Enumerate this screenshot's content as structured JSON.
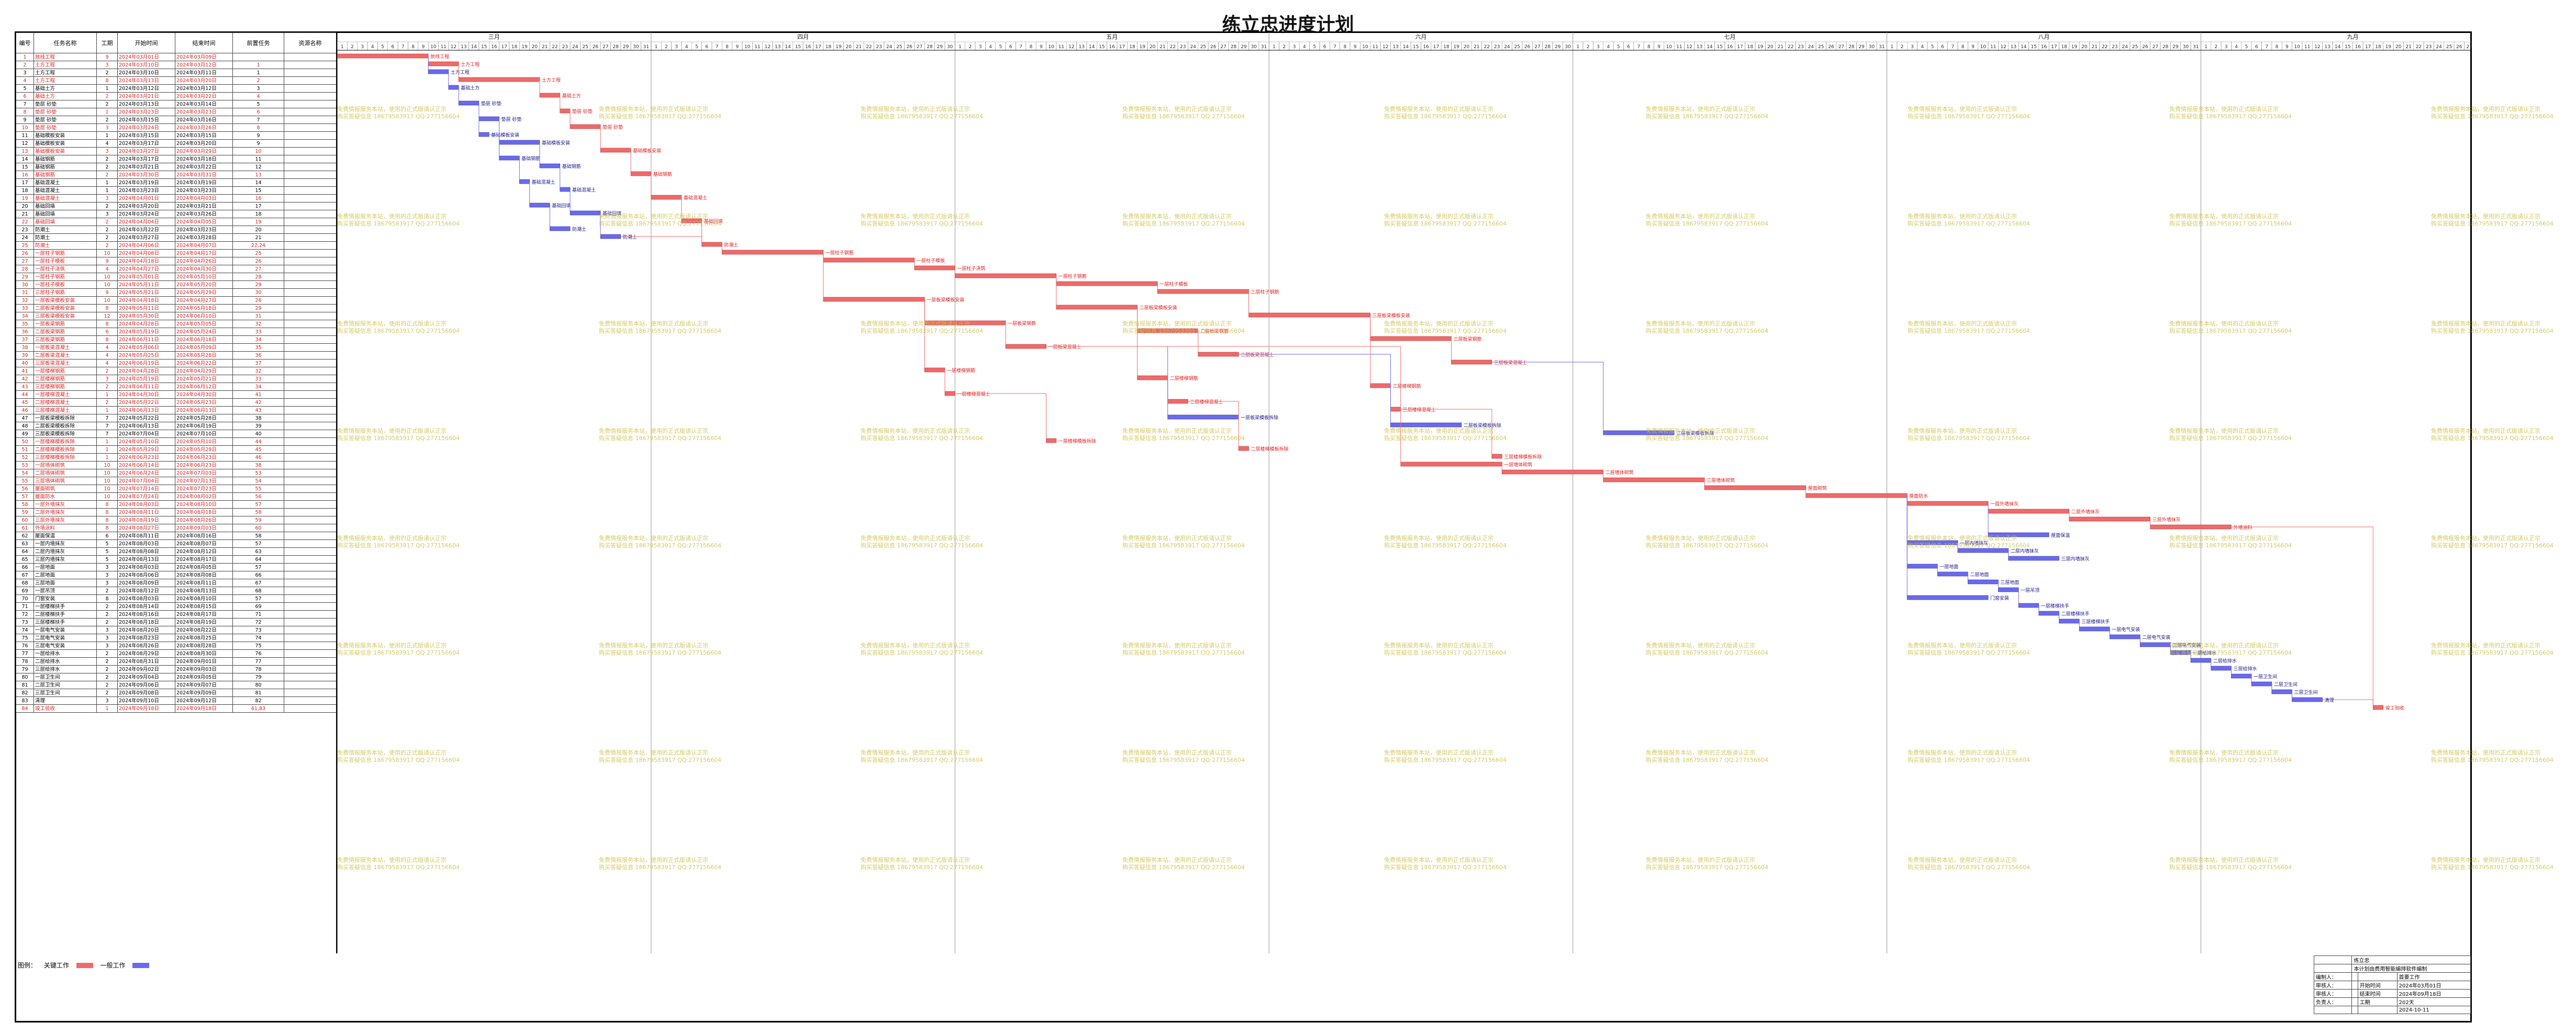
{
  "title": "练立忠进度计划",
  "headers": {
    "num": "编号",
    "name": "任务名称",
    "dur": "工期",
    "start": "开始时间",
    "end": "结束时间",
    "pred": "前置任务",
    "res": "资源名称"
  },
  "months": [
    {
      "label": "三月",
      "days": 31
    },
    {
      "label": "四月",
      "days": 30
    },
    {
      "label": "五月",
      "days": 31
    },
    {
      "label": "六月",
      "days": 30
    },
    {
      "label": "七月",
      "days": 31
    },
    {
      "label": "八月",
      "days": 31
    },
    {
      "label": "九月",
      "days": 30
    }
  ],
  "colors": {
    "critical": "#f06a6a",
    "normal": "#6a6aee",
    "critical_text": "#e02020",
    "normal_text": "#1a1a8a",
    "watermark": "#cfc048"
  },
  "watermark_lines": [
    "免费情报服务本站，使用的正式版请认正宗",
    "购买答疑信息 18679583917 QQ:277156604"
  ],
  "legend": {
    "label": "图例：",
    "critical": "关键工作",
    "normal": "一般工作"
  },
  "info": [
    {
      "k": "",
      "v": "练立忠"
    },
    {
      "k": "",
      "v": "本计划由费用智能编排软件编制"
    },
    {
      "k": "编制人：",
      "v": "",
      "k2": "",
      "v2": "首要工作"
    },
    {
      "k": "审核人：",
      "v": "",
      "k2": "开始时间",
      "v2": "2024年03月01日"
    },
    {
      "k": "审核人：",
      "v": "",
      "k2": "结束时间",
      "v2": "2024年09月18日"
    },
    {
      "k": "负责人：",
      "v": "",
      "k2": "工期",
      "v2": "202天"
    },
    {
      "k": "",
      "v": "",
      "k2": "",
      "v2": "2024-10-11"
    }
  ],
  "tasks": [
    {
      "id": "1",
      "name": "放线工程",
      "dur": "9",
      "start": "2024年03月01日",
      "end": "2024年03月09日",
      "pred": "",
      "crit": true,
      "s": 0,
      "d": 9
    },
    {
      "id": "2",
      "name": "土方工程",
      "dur": "3",
      "start": "2024年03月10日",
      "end": "2024年03月12日",
      "pred": "1",
      "crit": true,
      "s": 9,
      "d": 3
    },
    {
      "id": "3",
      "name": "土方工程",
      "dur": "2",
      "start": "2024年03月10日",
      "end": "2024年03月11日",
      "pred": "1",
      "crit": false,
      "s": 9,
      "d": 2
    },
    {
      "id": "4",
      "name": "土方工程",
      "dur": "8",
      "start": "2024年03月13日",
      "end": "2024年03月20日",
      "pred": "2",
      "crit": true,
      "s": 12,
      "d": 8
    },
    {
      "id": "5",
      "name": "基础土方",
      "dur": "1",
      "start": "2024年03月12日",
      "end": "2024年03月12日",
      "pred": "3",
      "crit": false,
      "s": 11,
      "d": 1
    },
    {
      "id": "6",
      "name": "基础土方",
      "dur": "2",
      "start": "2024年03月21日",
      "end": "2024年03月22日",
      "pred": "4",
      "crit": true,
      "s": 20,
      "d": 2
    },
    {
      "id": "7",
      "name": "垫层 砂垫",
      "dur": "2",
      "start": "2024年03月13日",
      "end": "2024年03月14日",
      "pred": "5",
      "crit": false,
      "s": 12,
      "d": 2
    },
    {
      "id": "8",
      "name": "垫层 砂垫",
      "dur": "1",
      "start": "2024年03月23日",
      "end": "2024年03月23日",
      "pred": "6",
      "crit": true,
      "s": 22,
      "d": 1
    },
    {
      "id": "9",
      "name": "垫层 砂垫",
      "dur": "2",
      "start": "2024年03月15日",
      "end": "2024年03月16日",
      "pred": "7",
      "crit": false,
      "s": 14,
      "d": 2
    },
    {
      "id": "10",
      "name": "垫层 砂垫",
      "dur": "3",
      "start": "2024年03月24日",
      "end": "2024年03月26日",
      "pred": "8",
      "crit": true,
      "s": 23,
      "d": 3
    },
    {
      "id": "11",
      "name": "基础模板安装",
      "dur": "1",
      "start": "2024年03月15日",
      "end": "2024年03月15日",
      "pred": "9",
      "crit": false,
      "s": 14,
      "d": 1
    },
    {
      "id": "12",
      "name": "基础模板安装",
      "dur": "4",
      "start": "2024年03月17日",
      "end": "2024年03月20日",
      "pred": "9",
      "crit": false,
      "s": 16,
      "d": 4
    },
    {
      "id": "13",
      "name": "基础模板安装",
      "dur": "3",
      "start": "2024年03月27日",
      "end": "2024年03月29日",
      "pred": "10",
      "crit": true,
      "s": 26,
      "d": 3
    },
    {
      "id": "14",
      "name": "基础钢筋",
      "dur": "2",
      "start": "2024年03月17日",
      "end": "2024年03月18日",
      "pred": "11",
      "crit": false,
      "s": 16,
      "d": 2
    },
    {
      "id": "15",
      "name": "基础钢筋",
      "dur": "2",
      "start": "2024年03月21日",
      "end": "2024年03月22日",
      "pred": "12",
      "crit": false,
      "s": 20,
      "d": 2
    },
    {
      "id": "16",
      "name": "基础钢筋",
      "dur": "2",
      "start": "2024年03月30日",
      "end": "2024年03月31日",
      "pred": "13",
      "crit": true,
      "s": 29,
      "d": 2
    },
    {
      "id": "17",
      "name": "基础混凝土",
      "dur": "1",
      "start": "2024年03月19日",
      "end": "2024年03月19日",
      "pred": "14",
      "crit": false,
      "s": 18,
      "d": 1
    },
    {
      "id": "18",
      "name": "基础混凝土",
      "dur": "1",
      "start": "2024年03月23日",
      "end": "2024年03月23日",
      "pred": "15",
      "crit": false,
      "s": 22,
      "d": 1
    },
    {
      "id": "19",
      "name": "基础混凝土",
      "dur": "3",
      "start": "2024年04月01日",
      "end": "2024年04月03日",
      "pred": "16",
      "crit": true,
      "s": 31,
      "d": 3
    },
    {
      "id": "20",
      "name": "基础回填",
      "dur": "2",
      "start": "2024年03月20日",
      "end": "2024年03月21日",
      "pred": "17",
      "crit": false,
      "s": 19,
      "d": 2
    },
    {
      "id": "21",
      "name": "基础回填",
      "dur": "3",
      "start": "2024年03月24日",
      "end": "2024年03月26日",
      "pred": "18",
      "crit": false,
      "s": 23,
      "d": 3
    },
    {
      "id": "22",
      "name": "基础回填",
      "dur": "2",
      "start": "2024年04月04日",
      "end": "2024年04月05日",
      "pred": "19",
      "crit": true,
      "s": 34,
      "d": 2
    },
    {
      "id": "23",
      "name": "防潮土",
      "dur": "2",
      "start": "2024年03月22日",
      "end": "2024年03月23日",
      "pred": "20",
      "crit": false,
      "s": 21,
      "d": 2
    },
    {
      "id": "24",
      "name": "防潮土",
      "dur": "2",
      "start": "2024年03月27日",
      "end": "2024年03月28日",
      "pred": "21",
      "crit": false,
      "s": 26,
      "d": 2
    },
    {
      "id": "25",
      "name": "防潮土",
      "dur": "2",
      "start": "2024年04月06日",
      "end": "2024年04月07日",
      "pred": "22,24",
      "crit": true,
      "s": 36,
      "d": 2
    },
    {
      "id": "26",
      "name": "一层柱子钢筋",
      "dur": "10",
      "start": "2024年04月08日",
      "end": "2024年04月17日",
      "pred": "25",
      "crit": true,
      "s": 38,
      "d": 10
    },
    {
      "id": "27",
      "name": "一层柱子模板",
      "dur": "9",
      "start": "2024年04月18日",
      "end": "2024年04月26日",
      "pred": "26",
      "crit": true,
      "s": 48,
      "d": 9
    },
    {
      "id": "28",
      "name": "一层柱子浇筑",
      "dur": "4",
      "start": "2024年04月27日",
      "end": "2024年04月30日",
      "pred": "27",
      "crit": true,
      "s": 57,
      "d": 4
    },
    {
      "id": "29",
      "name": "一层柱子钢筋",
      "dur": "10",
      "start": "2024年05月01日",
      "end": "2024年05月10日",
      "pred": "28",
      "crit": true,
      "s": 61,
      "d": 10
    },
    {
      "id": "30",
      "name": "一层柱子模板",
      "dur": "10",
      "start": "2024年05月11日",
      "end": "2024年05月20日",
      "pred": "29",
      "crit": true,
      "s": 71,
      "d": 10
    },
    {
      "id": "31",
      "name": "三层柱子钢筋",
      "dur": "9",
      "start": "2024年05月21日",
      "end": "2024年05月29日",
      "pred": "30",
      "crit": true,
      "s": 81,
      "d": 9
    },
    {
      "id": "32",
      "name": "一层板梁模板安装",
      "dur": "10",
      "start": "2024年04月18日",
      "end": "2024年04月27日",
      "pred": "26",
      "crit": true,
      "s": 48,
      "d": 10
    },
    {
      "id": "33",
      "name": "二层板梁模板安装",
      "dur": "8",
      "start": "2024年05月11日",
      "end": "2024年05月18日",
      "pred": "29",
      "crit": true,
      "s": 71,
      "d": 8
    },
    {
      "id": "34",
      "name": "三层板梁模板安装",
      "dur": "12",
      "start": "2024年05月30日",
      "end": "2024年06月10日",
      "pred": "31",
      "crit": true,
      "s": 90,
      "d": 12
    },
    {
      "id": "35",
      "name": "一层板梁钢筋",
      "dur": "8",
      "start": "2024年04月28日",
      "end": "2024年05月05日",
      "pred": "32",
      "crit": true,
      "s": 58,
      "d": 8
    },
    {
      "id": "36",
      "name": "二层板梁钢筋",
      "dur": "6",
      "start": "2024年05月19日",
      "end": "2024年05月24日",
      "pred": "33",
      "crit": true,
      "s": 79,
      "d": 6
    },
    {
      "id": "37",
      "name": "三层板梁钢筋",
      "dur": "8",
      "start": "2024年06月11日",
      "end": "2024年06月18日",
      "pred": "34",
      "crit": true,
      "s": 102,
      "d": 8
    },
    {
      "id": "38",
      "name": "一层板梁混凝土",
      "dur": "4",
      "start": "2024年05月06日",
      "end": "2024年05月09日",
      "pred": "35",
      "crit": true,
      "s": 66,
      "d": 4
    },
    {
      "id": "39",
      "name": "二层板梁混凝土",
      "dur": "4",
      "start": "2024年05月25日",
      "end": "2024年05月28日",
      "pred": "36",
      "crit": true,
      "s": 85,
      "d": 4
    },
    {
      "id": "40",
      "name": "三层板梁混凝土",
      "dur": "4",
      "start": "2024年06月19日",
      "end": "2024年06月22日",
      "pred": "37",
      "crit": true,
      "s": 110,
      "d": 4
    },
    {
      "id": "41",
      "name": "一层楼梯钢筋",
      "dur": "2",
      "start": "2024年04月28日",
      "end": "2024年04月29日",
      "pred": "32",
      "crit": true,
      "s": 58,
      "d": 2
    },
    {
      "id": "42",
      "name": "二层楼梯钢筋",
      "dur": "3",
      "start": "2024年05月19日",
      "end": "2024年05月21日",
      "pred": "33",
      "crit": true,
      "s": 79,
      "d": 3
    },
    {
      "id": "43",
      "name": "三层楼梯钢筋",
      "dur": "2",
      "start": "2024年06月11日",
      "end": "2024年06月12日",
      "pred": "34",
      "crit": true,
      "s": 102,
      "d": 2
    },
    {
      "id": "44",
      "name": "一层楼梯混凝土",
      "dur": "1",
      "start": "2024年04月30日",
      "end": "2024年04月30日",
      "pred": "41",
      "crit": true,
      "s": 60,
      "d": 1
    },
    {
      "id": "45",
      "name": "二层楼梯混凝土",
      "dur": "2",
      "start": "2024年05月22日",
      "end": "2024年05月23日",
      "pred": "42",
      "crit": true,
      "s": 82,
      "d": 2
    },
    {
      "id": "46",
      "name": "三层楼梯混凝土",
      "dur": "1",
      "start": "2024年06月13日",
      "end": "2024年06月13日",
      "pred": "43",
      "crit": true,
      "s": 104,
      "d": 1
    },
    {
      "id": "47",
      "name": "一层板梁模板拆除",
      "dur": "7",
      "start": "2024年05月22日",
      "end": "2024年05月28日",
      "pred": "38",
      "crit": false,
      "s": 82,
      "d": 7
    },
    {
      "id": "48",
      "name": "二层板梁模板拆除",
      "dur": "7",
      "start": "2024年06月13日",
      "end": "2024年06月19日",
      "pred": "39",
      "crit": false,
      "s": 104,
      "d": 7
    },
    {
      "id": "49",
      "name": "三层板梁模板拆除",
      "dur": "7",
      "start": "2024年07月04日",
      "end": "2024年07月10日",
      "pred": "40",
      "crit": false,
      "s": 125,
      "d": 7
    },
    {
      "id": "50",
      "name": "一层楼梯模板拆除",
      "dur": "1",
      "start": "2024年05月10日",
      "end": "2024年05月10日",
      "pred": "44",
      "crit": true,
      "s": 70,
      "d": 1
    },
    {
      "id": "51",
      "name": "二层楼梯模板拆除",
      "dur": "1",
      "start": "2024年05月29日",
      "end": "2024年05月29日",
      "pred": "45",
      "crit": true,
      "s": 89,
      "d": 1
    },
    {
      "id": "52",
      "name": "三层楼梯模板拆除",
      "dur": "1",
      "start": "2024年06月23日",
      "end": "2024年06月23日",
      "pred": "46",
      "crit": true,
      "s": 114,
      "d": 1
    },
    {
      "id": "53",
      "name": "一层墙体砌筑",
      "dur": "10",
      "start": "2024年06月14日",
      "end": "2024年06月23日",
      "pred": "38",
      "crit": true,
      "s": 105,
      "d": 10
    },
    {
      "id": "54",
      "name": "二层墙体砌筑",
      "dur": "10",
      "start": "2024年06月24日",
      "end": "2024年07月03日",
      "pred": "53",
      "crit": true,
      "s": 115,
      "d": 10
    },
    {
      "id": "55",
      "name": "三层墙体砌筑",
      "dur": "10",
      "start": "2024年07月04日",
      "end": "2024年07月13日",
      "pred": "54",
      "crit": true,
      "s": 125,
      "d": 10
    },
    {
      "id": "56",
      "name": "屋面砌筑",
      "dur": "10",
      "start": "2024年07月14日",
      "end": "2024年07月23日",
      "pred": "55",
      "crit": true,
      "s": 135,
      "d": 10
    },
    {
      "id": "57",
      "name": "屋面防水",
      "dur": "10",
      "start": "2024年07月24日",
      "end": "2024年08月02日",
      "pred": "56",
      "crit": true,
      "s": 145,
      "d": 10
    },
    {
      "id": "58",
      "name": "一层外墙抹灰",
      "dur": "8",
      "start": "2024年08月03日",
      "end": "2024年08月10日",
      "pred": "57",
      "crit": true,
      "s": 155,
      "d": 8
    },
    {
      "id": "59",
      "name": "二层外墙抹灰",
      "dur": "8",
      "start": "2024年08月11日",
      "end": "2024年08月18日",
      "pred": "58",
      "crit": true,
      "s": 163,
      "d": 8
    },
    {
      "id": "60",
      "name": "三层外墙抹灰",
      "dur": "8",
      "start": "2024年08月19日",
      "end": "2024年08月26日",
      "pred": "59",
      "crit": true,
      "s": 171,
      "d": 8
    },
    {
      "id": "61",
      "name": "外墙涂料",
      "dur": "8",
      "start": "2024年08月27日",
      "end": "2024年09月03日",
      "pred": "60",
      "crit": true,
      "s": 179,
      "d": 8
    },
    {
      "id": "62",
      "name": "屋面保温",
      "dur": "6",
      "start": "2024年08月11日",
      "end": "2024年08月16日",
      "pred": "58",
      "crit": false,
      "s": 163,
      "d": 6
    },
    {
      "id": "63",
      "name": "一层内墙抹灰",
      "dur": "5",
      "start": "2024年08月03日",
      "end": "2024年08月07日",
      "pred": "57",
      "crit": false,
      "s": 155,
      "d": 5
    },
    {
      "id": "64",
      "name": "二层内墙抹灰",
      "dur": "5",
      "start": "2024年08月08日",
      "end": "2024年08月12日",
      "pred": "63",
      "crit": false,
      "s": 160,
      "d": 5
    },
    {
      "id": "65",
      "name": "三层内墙抹灰",
      "dur": "5",
      "start": "2024年08月13日",
      "end": "2024年08月17日",
      "pred": "64",
      "crit": false,
      "s": 165,
      "d": 5
    },
    {
      "id": "66",
      "name": "一层地面",
      "dur": "3",
      "start": "2024年08月03日",
      "end": "2024年08月05日",
      "pred": "57",
      "crit": false,
      "s": 155,
      "d": 3
    },
    {
      "id": "67",
      "name": "二层地面",
      "dur": "3",
      "start": "2024年08月06日",
      "end": "2024年08月08日",
      "pred": "66",
      "crit": false,
      "s": 158,
      "d": 3
    },
    {
      "id": "68",
      "name": "三层地面",
      "dur": "3",
      "start": "2024年08月09日",
      "end": "2024年08月11日",
      "pred": "67",
      "crit": false,
      "s": 161,
      "d": 3
    },
    {
      "id": "69",
      "name": "一层吊顶",
      "dur": "2",
      "start": "2024年08月12日",
      "end": "2024年08月13日",
      "pred": "68",
      "crit": false,
      "s": 164,
      "d": 2
    },
    {
      "id": "70",
      "name": "门窗安装",
      "dur": "8",
      "start": "2024年08月03日",
      "end": "2024年08月10日",
      "pred": "57",
      "crit": false,
      "s": 155,
      "d": 8
    },
    {
      "id": "71",
      "name": "一层楼梯扶手",
      "dur": "2",
      "start": "2024年08月14日",
      "end": "2024年08月15日",
      "pred": "69",
      "crit": false,
      "s": 166,
      "d": 2
    },
    {
      "id": "72",
      "name": "二层楼梯扶手",
      "dur": "2",
      "start": "2024年08月16日",
      "end": "2024年08月17日",
      "pred": "71",
      "crit": false,
      "s": 168,
      "d": 2
    },
    {
      "id": "73",
      "name": "三层楼梯扶手",
      "dur": "2",
      "start": "2024年08月18日",
      "end": "2024年08月19日",
      "pred": "72",
      "crit": false,
      "s": 170,
      "d": 2
    },
    {
      "id": "74",
      "name": "一层电气安装",
      "dur": "3",
      "start": "2024年08月20日",
      "end": "2024年08月22日",
      "pred": "73",
      "crit": false,
      "s": 172,
      "d": 3
    },
    {
      "id": "75",
      "name": "二层电气安装",
      "dur": "3",
      "start": "2024年08月23日",
      "end": "2024年08月25日",
      "pred": "74",
      "crit": false,
      "s": 175,
      "d": 3
    },
    {
      "id": "76",
      "name": "三层电气安装",
      "dur": "3",
      "start": "2024年08月26日",
      "end": "2024年08月28日",
      "pred": "75",
      "crit": false,
      "s": 178,
      "d": 3
    },
    {
      "id": "77",
      "name": "一层给排水",
      "dur": "2",
      "start": "2024年08月29日",
      "end": "2024年08月30日",
      "pred": "76",
      "crit": false,
      "s": 181,
      "d": 2
    },
    {
      "id": "78",
      "name": "二层给排水",
      "dur": "2",
      "start": "2024年08月31日",
      "end": "2024年09月01日",
      "pred": "77",
      "crit": false,
      "s": 183,
      "d": 2
    },
    {
      "id": "79",
      "name": "三层给排水",
      "dur": "2",
      "start": "2024年09月02日",
      "end": "2024年09月03日",
      "pred": "78",
      "crit": false,
      "s": 185,
      "d": 2
    },
    {
      "id": "80",
      "name": "一层卫生间",
      "dur": "2",
      "start": "2024年09月04日",
      "end": "2024年09月05日",
      "pred": "79",
      "crit": false,
      "s": 187,
      "d": 2
    },
    {
      "id": "81",
      "name": "二层卫生间",
      "dur": "2",
      "start": "2024年09月06日",
      "end": "2024年09月07日",
      "pred": "80",
      "crit": false,
      "s": 189,
      "d": 2
    },
    {
      "id": "82",
      "name": "三层卫生间",
      "dur": "2",
      "start": "2024年09月08日",
      "end": "2024年09月09日",
      "pred": "81",
      "crit": false,
      "s": 191,
      "d": 2
    },
    {
      "id": "83",
      "name": "清理",
      "dur": "3",
      "start": "2024年09月10日",
      "end": "2024年09月12日",
      "pred": "82",
      "crit": false,
      "s": 193,
      "d": 3
    },
    {
      "id": "84",
      "name": "竣工验收",
      "dur": "1",
      "start": "2024年09月18日",
      "end": "2024年09月18日",
      "pred": "61,83",
      "crit": true,
      "s": 201,
      "d": 1
    }
  ]
}
